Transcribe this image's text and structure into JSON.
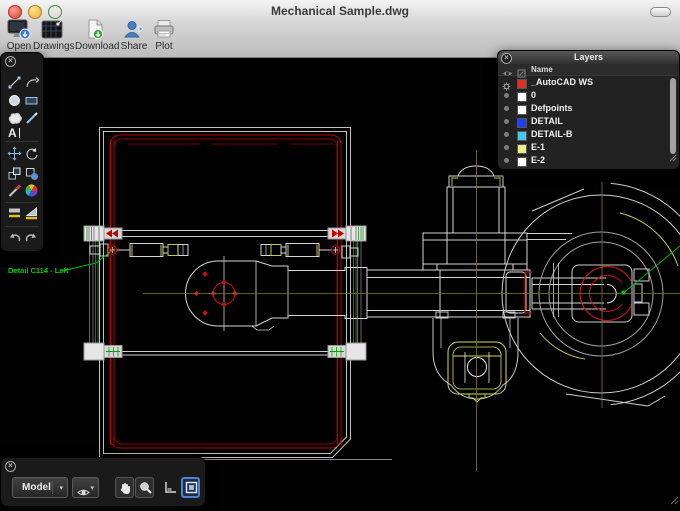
{
  "window": {
    "title": "Mechanical Sample.dwg",
    "controls": [
      "close",
      "minimize",
      "zoom",
      "toolbar-toggle"
    ]
  },
  "toolbar": {
    "items": [
      {
        "label": "Open",
        "icon": "open-monitor-icon"
      },
      {
        "label": "Drawings",
        "icon": "drawings-grid-icon"
      },
      {
        "label": "Download",
        "icon": "download-page-icon"
      },
      {
        "label": "Share",
        "icon": "share-person-icon"
      },
      {
        "label": "Plot",
        "icon": "plot-printer-icon"
      }
    ]
  },
  "draw_tools_panel": {
    "tools": [
      "line",
      "arc",
      "circle",
      "rectangle",
      "cloud",
      "pen",
      "text",
      "move",
      "rotate",
      "scale",
      "copy",
      "brush",
      "color-wheel",
      "offset",
      "chamfer",
      "undo",
      "redo"
    ]
  },
  "layers_panel": {
    "title": "Layers",
    "header": {
      "visibility_column": "eye-icon",
      "edit_column": "edit-icon",
      "name_column": "Name"
    },
    "rows": [
      {
        "name": "_AutoCAD WS",
        "color": "#e03020",
        "indicator": "gear"
      },
      {
        "name": "0",
        "color": "#ffffff",
        "indicator": "dot"
      },
      {
        "name": "Defpoints",
        "color": "#ffffff",
        "indicator": "dot"
      },
      {
        "name": "DETAIL",
        "color": "#2040ff",
        "indicator": "dot"
      },
      {
        "name": "DETAIL-B",
        "color": "#48c4ee",
        "indicator": "dot"
      },
      {
        "name": "E-1",
        "color": "#f0ee8c",
        "indicator": "dot"
      },
      {
        "name": "E-2",
        "color": "#ffffff",
        "indicator": "dot"
      }
    ]
  },
  "bottom_bar": {
    "space_dropdown": {
      "value": "Model"
    },
    "tools": [
      "visibility-dropdown",
      "pan-hand",
      "zoom-magnifier",
      "model-view",
      "layout-view"
    ]
  },
  "drawing": {
    "annotation_label": "Detail C114 - Left"
  },
  "colors": {
    "cad_line": "#cccccc",
    "cad_red": "#c40000",
    "cad_yellow": "#d8d855",
    "cad_olive": "#7c7c2e",
    "cad_green": "#00c400",
    "accent_blue": "#4a82d8"
  }
}
